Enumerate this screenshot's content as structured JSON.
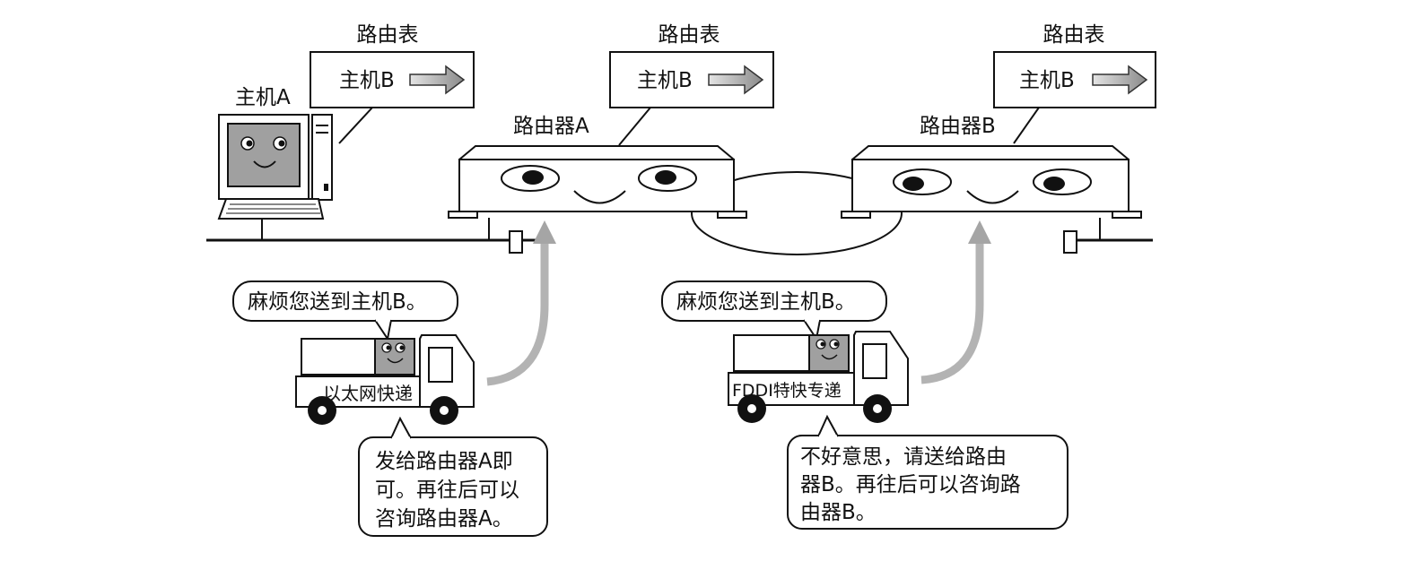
{
  "routing_tables": [
    {
      "title": "路由表",
      "entry": "主机B"
    },
    {
      "title": "路由表",
      "entry": "主机B"
    },
    {
      "title": "路由表",
      "entry": "主机B"
    }
  ],
  "host_a": {
    "label": "主机A"
  },
  "router_a": {
    "label": "路由器A"
  },
  "router_b": {
    "label": "路由器B"
  },
  "truck_ethernet": {
    "bubble": "麻烦您送到主机B。",
    "side_text": "以太网快递",
    "reply_lines": [
      "发给路由器A即",
      "可。再往后可以",
      "咨询路由器A。"
    ]
  },
  "truck_fddi": {
    "bubble": "麻烦您送到主机B。",
    "side_text": "FDDI特快专递",
    "reply_lines": [
      "不好意思，请送给路由",
      "器B。再往后可以咨询路",
      "由器B。"
    ]
  }
}
